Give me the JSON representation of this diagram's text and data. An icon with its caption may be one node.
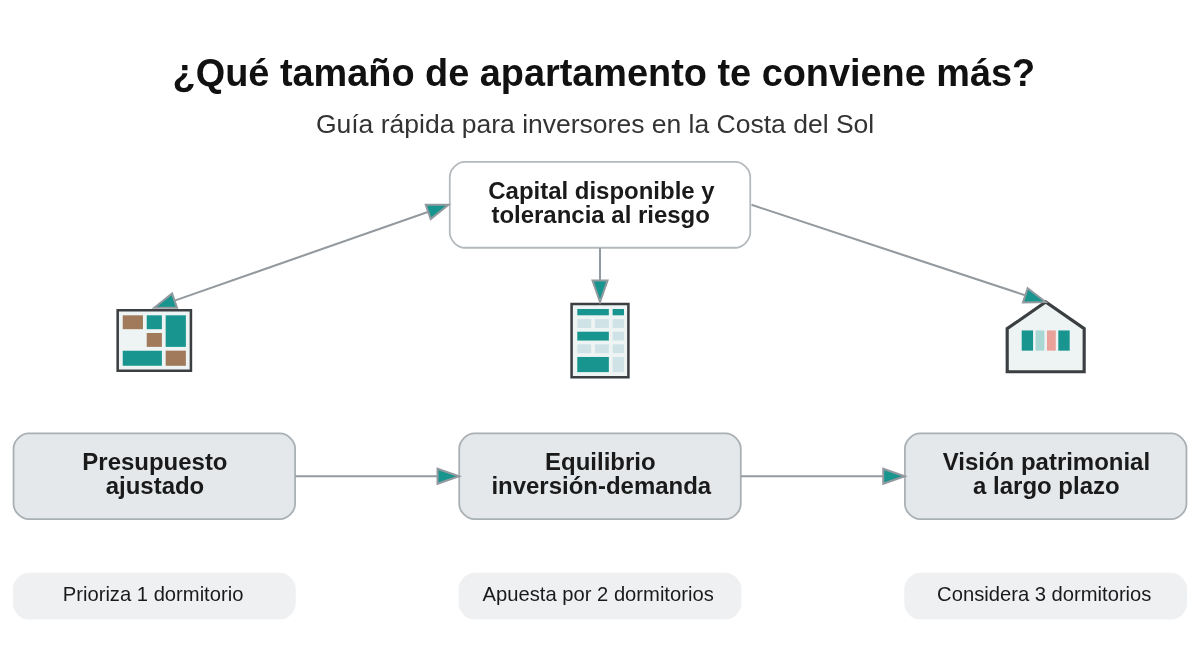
{
  "diagram": {
    "title": "¿Qué tamaño de apartamento te conviene más?",
    "caption": "Guía rápida para inversores en la Costa del Sol",
    "nodes": [
      {
        "text": [
          "Capital disponible y tolerancia al riesgo"
        ]
      },
      {
        "text": [],
        "shape": "picture"
      },
      {
        "text": [],
        "shape": "picture"
      },
      {
        "text": [],
        "shape": "picture"
      },
      {
        "text": [
          "Presupuesto ajustado"
        ]
      },
      {
        "text": [
          "Equilibrio inversión-demanda"
        ]
      },
      {
        "text": [
          "Visión patrimonial a largo plazo"
        ]
      },
      {
        "text": [
          "Prioriza 1 dormitorio"
        ]
      },
      {
        "text": [
          "Apuesta por 2 dormitorios"
        ]
      },
      {
        "text": [
          "Considera 3 dormitorios"
        ]
      }
    ],
    "edges": [
      {
        "from": 0,
        "to": 1,
        "arrow": "both"
      },
      {
        "from": 0,
        "to": 2,
        "arrow": "to"
      },
      {
        "from": 0,
        "to": 3,
        "arrow": "to"
      },
      {
        "from": 4,
        "to": 5,
        "arrow": "to"
      },
      {
        "from": 5,
        "to": 6,
        "arrow": "to"
      }
    ]
  }
}
